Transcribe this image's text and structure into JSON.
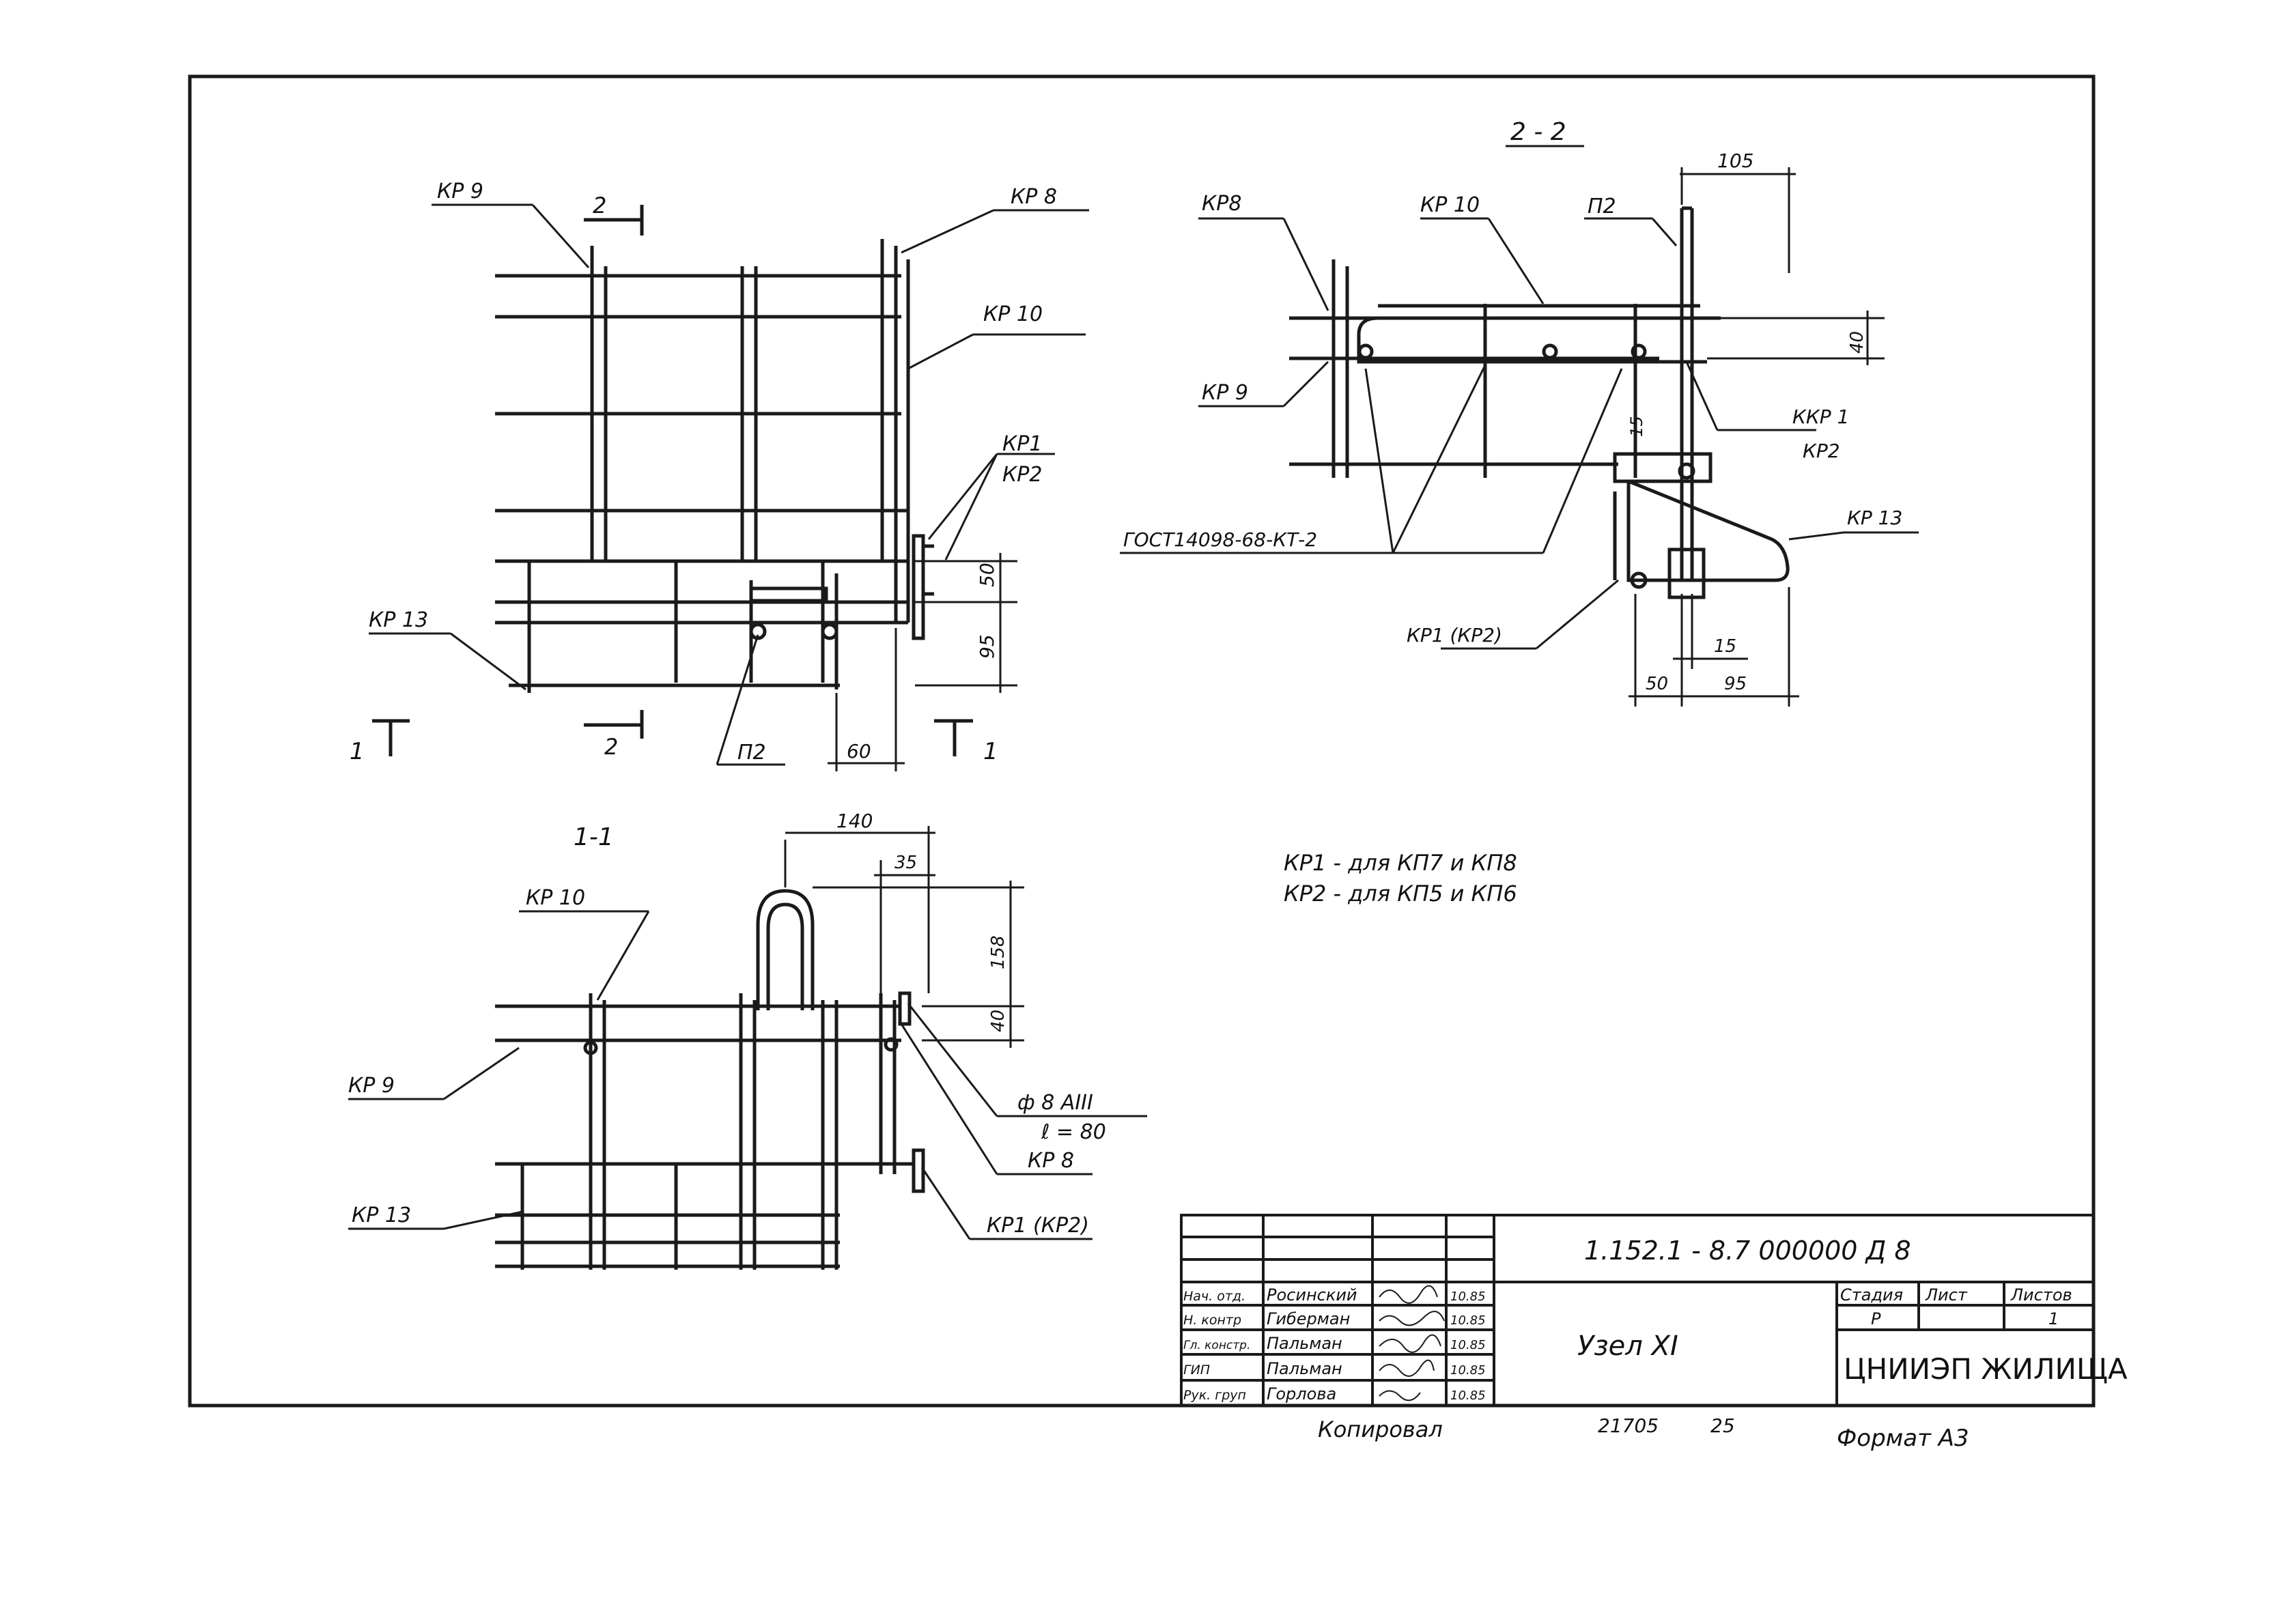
{
  "sections": {
    "view_2_2": "2 - 2",
    "view_1_1": "1-1",
    "mark_left": "1",
    "mark_right": "1",
    "cut_top": "2",
    "cut_bottom": "2"
  },
  "plan_labels": {
    "kr9": "КР 9",
    "kr8": "КР 8",
    "kr10": "КР 10",
    "kr1": "КР1",
    "kr2": "КР2",
    "kr13": "КР 13",
    "p2": "П2",
    "dim_50": "50",
    "dim_95": "95",
    "dim_60": "60"
  },
  "section22_labels": {
    "kr8": "КР8",
    "kr10": "КР 10",
    "p2": "П2",
    "kr9": "КР 9",
    "kkr1": "ККР 1",
    "kr2": "КР2",
    "kr13": "КР 13",
    "gost": "ГОСТ14098-68-КТ-2",
    "kr1kr2": "КР1 (КР2)",
    "dim_105": "105",
    "dim_40": "40",
    "dim_15a": "15",
    "dim_15b": "15",
    "dim_50": "50",
    "dim_95": "95"
  },
  "section11_labels": {
    "kr10": "КР 10",
    "kr9": "КР 9",
    "kr13": "КР 13",
    "kr8": "КР 8",
    "kr1kr2": "КР1 (КР2)",
    "rebar": "ф 8 АIII",
    "length": "ℓ = 80",
    "dim_140": "140",
    "dim_35": "35",
    "dim_158": "158",
    "dim_40": "40"
  },
  "notes": {
    "line1": "КР1  - для КП7 и КП8",
    "line2": "КР2  - для КП5 и КП6"
  },
  "title_block": {
    "doc_code": "1.152.1 - 8.7  000000 Д 8",
    "title": "Узел XI",
    "stage_h": "Стадия",
    "sheet_h": "Лист",
    "sheets_h": "Листов",
    "stage": "Р",
    "sheets": "1",
    "org": "ЦНИИЭП ЖИЛИЩА",
    "rows": [
      {
        "role": "Нач. отд.",
        "name": "Росинский",
        "date": "10.85"
      },
      {
        "role": "Н. контр",
        "name": "Гиберман",
        "date": "10.85"
      },
      {
        "role": "Гл. констр.",
        "name": "Пальман",
        "date": "10.85"
      },
      {
        "role": "ГИП",
        "name": "Пальман",
        "date": "10.85"
      },
      {
        "role": "Рук. груп",
        "name": "Горлова",
        "date": "10.85"
      }
    ]
  },
  "footer": {
    "copied": "Копировал",
    "number": "21705",
    "page": "25",
    "format": "Формат  А3"
  }
}
